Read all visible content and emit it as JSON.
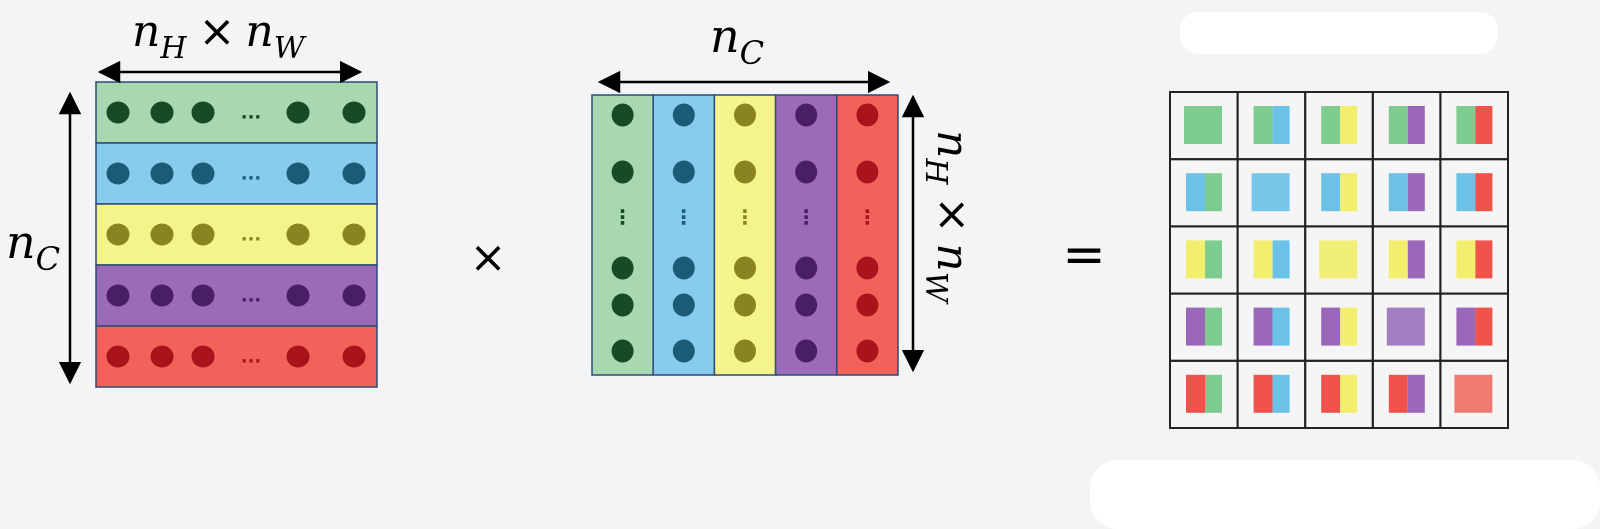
{
  "colors": {
    "rows_fill": [
      "#a8d8b0",
      "#87ccec",
      "#f4f48c",
      "#9a6cb8",
      "#f2625a"
    ],
    "dot_colors": [
      "#174a25",
      "#1b5b78",
      "#8a8420",
      "#4a1e64",
      "#a8141a"
    ],
    "mini_colors": [
      "#7ecb8f",
      "#6cc2e6",
      "#f2ef6c",
      "#9b67b8",
      "#f0534c"
    ],
    "mini_diag": [
      "#7ecb8f",
      "#76c6ea",
      "#f2ef78",
      "#a47ec2",
      "#f07a72"
    ],
    "border": "#2c4a7a",
    "background": "#f3f4f3",
    "redaction": "#ffffff"
  },
  "left_matrix": {
    "top_label_base1": "n",
    "top_label_sub1": "H",
    "top_label_times": "×",
    "top_label_base2": "n",
    "top_label_sub2": "W",
    "side_label_base": "n",
    "side_label_sub": "C",
    "ellipsis": "..."
  },
  "right_matrix": {
    "top_label_base": "n",
    "top_label_sub": "C",
    "side_label_base1": "n",
    "side_label_sub1": "H",
    "side_label_times": "×",
    "side_label_base2": "n",
    "side_label_sub2": "W",
    "ellipsis": "⋮"
  },
  "operators": {
    "multiply": "×",
    "equals": "="
  }
}
